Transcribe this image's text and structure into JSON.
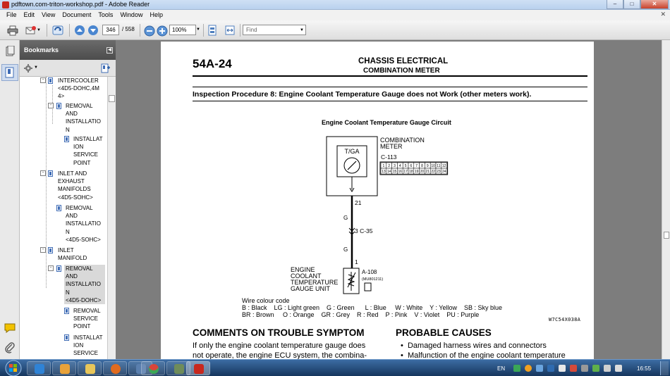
{
  "window": {
    "title": "pdftown.com-triton-workshop.pdf - Adobe Reader",
    "buttons": [
      "minimize",
      "maximize",
      "close"
    ]
  },
  "menu": {
    "items": [
      "File",
      "Edit",
      "View",
      "Document",
      "Tools",
      "Window",
      "Help"
    ]
  },
  "toolbar": {
    "page_current": "346",
    "page_total": "/ 558",
    "zoom": "100%",
    "find_placeholder": "Find",
    "icons": [
      "printer-icon",
      "email-icon",
      "sync-icon",
      "prev-page-icon",
      "next-page-icon",
      "zoom-out-icon",
      "zoom-in-icon",
      "fit-page-icon",
      "fit-width-icon"
    ]
  },
  "bookmarks": {
    "title": "Bookmarks",
    "items": [
      {
        "label": "INTERCOOLER\n<4D5-DOHC,4M\n4>",
        "expander": "-"
      },
      {
        "label": "REMOVAL\nAND\nINSTALLATIO\nN",
        "expander": "-"
      },
      {
        "label": "INSTALLAT\nION\nSERVICE\nPOINT",
        "expander": ""
      },
      {
        "label": "INLET AND\nEXHAUST\nMANIFOLDS\n<4D5-SOHC>",
        "expander": "-"
      },
      {
        "label": "REMOVAL\nAND\nINSTALLATIO\nN\n<4D5-SOHC>",
        "expander": ""
      },
      {
        "label": "INLET\nMANIFOLD",
        "expander": "-"
      },
      {
        "label": "REMOVAL\nAND\nINSTALLATIO\nN\n<4D5-DOHC>",
        "expander": "-",
        "selected": true
      },
      {
        "label": "REMOVAL\nSERVICE\nPOINT",
        "expander": ""
      },
      {
        "label": "INSTALLAT\nION\nSERVICE",
        "expander": ""
      }
    ]
  },
  "document": {
    "page_number": "54A-24",
    "header_title": "CHASSIS ELECTRICAL",
    "header_subtitle": "COMBINATION METER",
    "procedure_title": "Inspection Procedure 8: Engine Coolant Temperature Gauge does not Work (other meters work).",
    "circuit_title": "Engine Coolant Temperature Gauge Circuit",
    "diagram": {
      "meter_label": "COMBINATION\nMETER",
      "meter_connector": "C-113",
      "gauge_label": "T/GA",
      "pin_top": "21",
      "wire_color_top": "G",
      "joint_label": "3  C-35",
      "wire_color_bottom": "G",
      "pin_bottom": "1",
      "sensor_connector": "A-108",
      "sensor_part": "(MU801211)",
      "sensor_label": "ENGINE\nCOOLANT\nTEMPERATURE\nGAUGE UNIT",
      "connector_pins_row1": [
        "1",
        "2",
        "3",
        "4",
        "5",
        "6",
        "7",
        "8",
        "9",
        "10",
        "11",
        "12"
      ],
      "connector_pins_row2": [
        "13",
        "14",
        "15",
        "16",
        "17",
        "18",
        "19",
        "20",
        "21",
        "22",
        "23",
        "24"
      ]
    },
    "wire_legend_title": "Wire colour code",
    "wire_legend_line1": "B : Black    LG : Light green    G : Green      L : Blue     W : White    Y : Yellow    SB : Sky blue",
    "wire_legend_line2": "BR : Brown     O : Orange    GR : Grey    R : Red    P : Pink    V : Violet    PU : Purple",
    "figure_code": "W7C54X038A",
    "comments_heading": "COMMENTS ON TROUBLE SYMPTOM",
    "comments_line1": "If only the engine coolant temperature gauge does",
    "comments_line2": "not operate, the engine ECU system, the combina-",
    "causes_heading": "PROBABLE CAUSES",
    "cause_1": "Damaged harness wires and connectors",
    "cause_2": "Malfunction of the engine coolant temperature"
  },
  "taskbar": {
    "apps": [
      "start-orb",
      "internet-explorer",
      "media-player",
      "explorer",
      "firefox",
      "network-app",
      "chrome",
      "calculator",
      "adobe-reader"
    ],
    "language": "EN",
    "time": "16:55"
  }
}
